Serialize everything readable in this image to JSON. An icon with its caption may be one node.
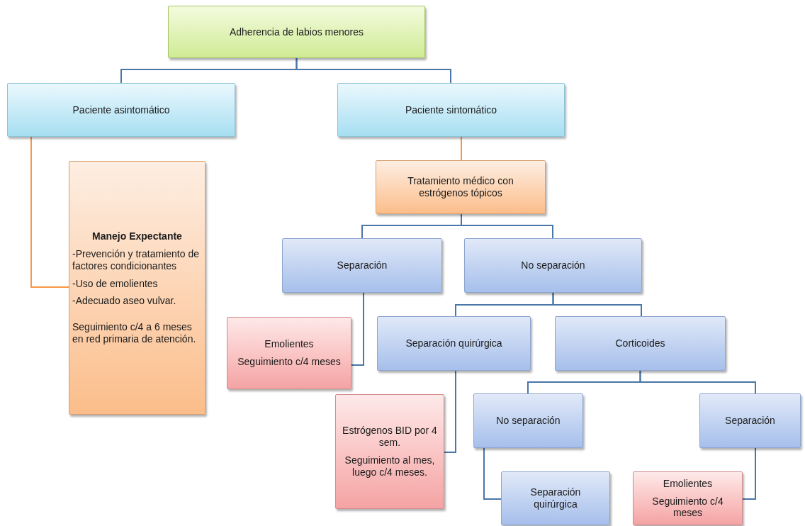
{
  "diagram": {
    "nodes": [
      {
        "text": [
          "Adherencia de labios menores"
        ]
      },
      {
        "text": [
          "Paciente asintomático"
        ]
      },
      {
        "text": [
          "Paciente sintomático"
        ]
      },
      {
        "text": [
          "Manejo Expectante",
          "-Prevención y tratamiento de factores condicionantes",
          "-Uso de emolientes",
          "-Adecuado aseo vulvar.",
          "Seguimiento c/4 a 6 meses en red primaria de atención."
        ]
      },
      {
        "text": [
          "Tratamiento médico con estrógenos tópicos"
        ]
      },
      {
        "text": [
          "Separación"
        ]
      },
      {
        "text": [
          "No separación"
        ]
      },
      {
        "text": [
          "Emolientes",
          "Seguimiento c/4 meses"
        ]
      },
      {
        "text": [
          "Separación quirúrgica"
        ]
      },
      {
        "text": [
          "Corticoides"
        ]
      },
      {
        "text": [
          "Estrógenos BID por 4 sem.",
          "Seguimiento al mes, luego c/4 meses."
        ]
      },
      {
        "text": [
          "No separación"
        ]
      },
      {
        "text": [
          "Separación"
        ]
      },
      {
        "text": [
          "Separación quirúrgica"
        ]
      },
      {
        "text": [
          "Emolientes",
          "Seguimiento c/4 meses"
        ]
      }
    ],
    "edges": [
      {
        "from": 0,
        "to": 1,
        "arrow": "none"
      },
      {
        "from": 0,
        "to": 2,
        "arrow": "none"
      },
      {
        "from": 1,
        "to": 3,
        "arrow": "none",
        "color": "#f79646"
      },
      {
        "from": 2,
        "to": 4,
        "arrow": "none",
        "color": "#f79646"
      },
      {
        "from": 4,
        "to": 5,
        "arrow": "none"
      },
      {
        "from": 4,
        "to": 6,
        "arrow": "none"
      },
      {
        "from": 5,
        "to": 7,
        "arrow": "none"
      },
      {
        "from": 6,
        "to": 8,
        "arrow": "none"
      },
      {
        "from": 6,
        "to": 9,
        "arrow": "none"
      },
      {
        "from": 8,
        "to": 10,
        "arrow": "none"
      },
      {
        "from": 9,
        "to": 11,
        "arrow": "none"
      },
      {
        "from": 9,
        "to": 12,
        "arrow": "none"
      },
      {
        "from": 11,
        "to": 13,
        "arrow": "none"
      },
      {
        "from": 12,
        "to": 14,
        "arrow": "none"
      }
    ]
  }
}
